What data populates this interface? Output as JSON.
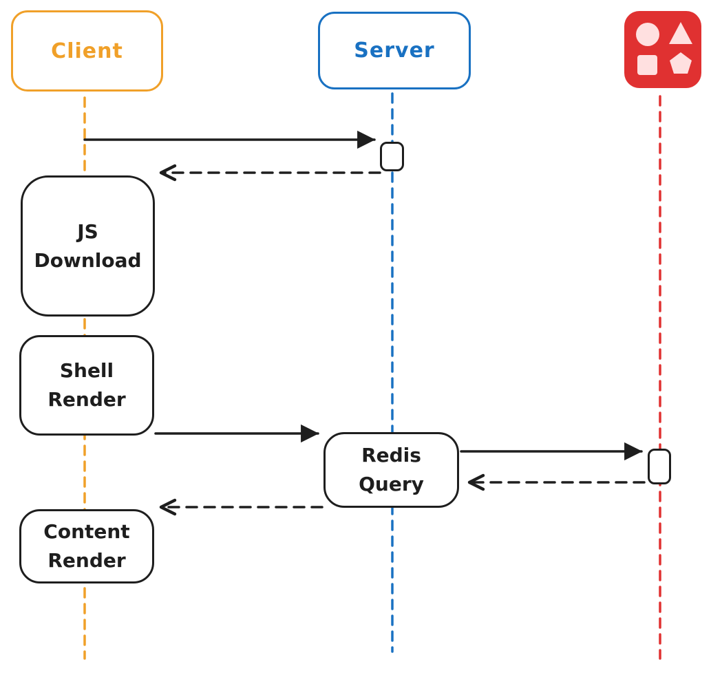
{
  "diagram_type": "sequence-diagram",
  "colors": {
    "client_accent": "#f0a029",
    "server_accent": "#1971c2",
    "redis_accent": "#e03131",
    "redis_icon_shapes_fill": "#ffe0e0",
    "stroke": "#1e1e1e",
    "background": "#ffffff"
  },
  "actors": {
    "client": {
      "label": "Client"
    },
    "server": {
      "label": "Server"
    },
    "redis": {
      "icon": "shapes-icon"
    }
  },
  "steps": {
    "js_download": {
      "label": "JS\nDownload"
    },
    "shell_render": {
      "label": "Shell\nRender"
    },
    "redis_query": {
      "label": "Redis\nQuery"
    },
    "content_render": {
      "label": "Content\nRender"
    }
  },
  "connectors": [
    {
      "from": "client",
      "to": "server",
      "style": "solid"
    },
    {
      "from": "server",
      "to": "client",
      "style": "dashed"
    },
    {
      "from": "shell_render",
      "to": "redis_query",
      "style": "solid"
    },
    {
      "from": "redis_query",
      "to": "redis",
      "style": "solid"
    },
    {
      "from": "redis",
      "to": "redis_query",
      "style": "dashed"
    },
    {
      "from": "redis_query",
      "to": "content_render",
      "style": "dashed"
    }
  ]
}
